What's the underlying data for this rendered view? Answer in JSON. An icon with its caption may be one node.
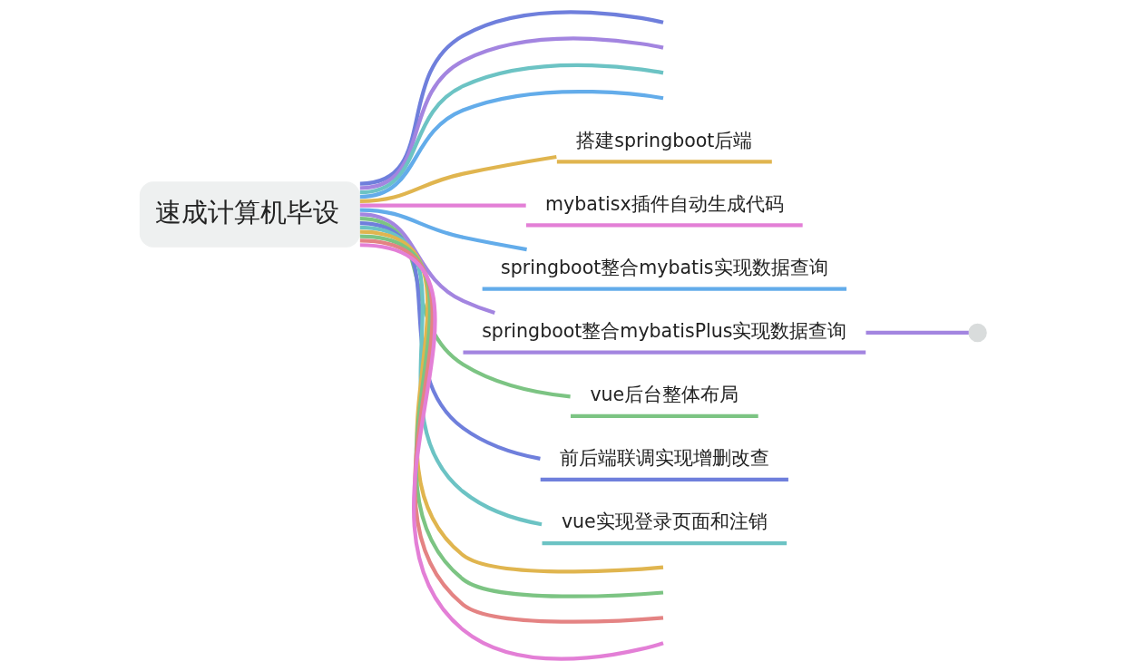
{
  "diagram": {
    "nodes": [
      {
        "text": [
          "速成计算机毕设"
        ]
      },
      {
        "text": [
          "搭建springboot后端"
        ]
      },
      {
        "text": [
          "mybatisx插件自动生成代码"
        ]
      },
      {
        "text": [
          "springboot整合mybatis实现数据查询"
        ]
      },
      {
        "text": [
          "springboot整合mybatisPlus实现数据查询"
        ]
      },
      {
        "text": [
          "vue后台整体布局"
        ]
      },
      {
        "text": [
          "前后端联调实现增删改查"
        ]
      },
      {
        "text": [
          "vue实现登录页面和注销"
        ]
      },
      {
        "text": [],
        "shape": "circle"
      }
    ],
    "edges": [
      {
        "from": 0,
        "to": 1,
        "arrow": "none",
        "color": "#e0b54f"
      },
      {
        "from": 0,
        "to": 2,
        "arrow": "none",
        "color": "#e37fd6"
      },
      {
        "from": 0,
        "to": 3,
        "arrow": "none",
        "color": "#63acea"
      },
      {
        "from": 0,
        "to": 4,
        "arrow": "none",
        "color": "#a385e0"
      },
      {
        "from": 4,
        "to": 8,
        "arrow": "none",
        "color": "#a385e0"
      },
      {
        "from": 0,
        "to": 5,
        "arrow": "none",
        "color": "#7cc483"
      },
      {
        "from": 0,
        "to": 6,
        "arrow": "none",
        "color": "#6f7fdc"
      },
      {
        "from": 0,
        "to": 7,
        "arrow": "none",
        "color": "#6cc3c4"
      },
      {
        "from": 0,
        "to": null,
        "arrow": "none",
        "color": "#e37fd6"
      },
      {
        "from": 0,
        "to": null,
        "arrow": "none",
        "color": "#e48383"
      },
      {
        "from": 0,
        "to": null,
        "arrow": "none",
        "color": "#7cc483"
      },
      {
        "from": 0,
        "to": null,
        "arrow": "none",
        "color": "#e0b54f"
      },
      {
        "from": 0,
        "to": null,
        "arrow": "none",
        "color": "#6f7fdc"
      },
      {
        "from": 0,
        "to": null,
        "arrow": "none",
        "color": "#a385e0"
      },
      {
        "from": 0,
        "to": null,
        "arrow": "none",
        "color": "#6cc3c4"
      },
      {
        "from": 0,
        "to": null,
        "arrow": "none",
        "color": "#63acea"
      }
    ]
  }
}
